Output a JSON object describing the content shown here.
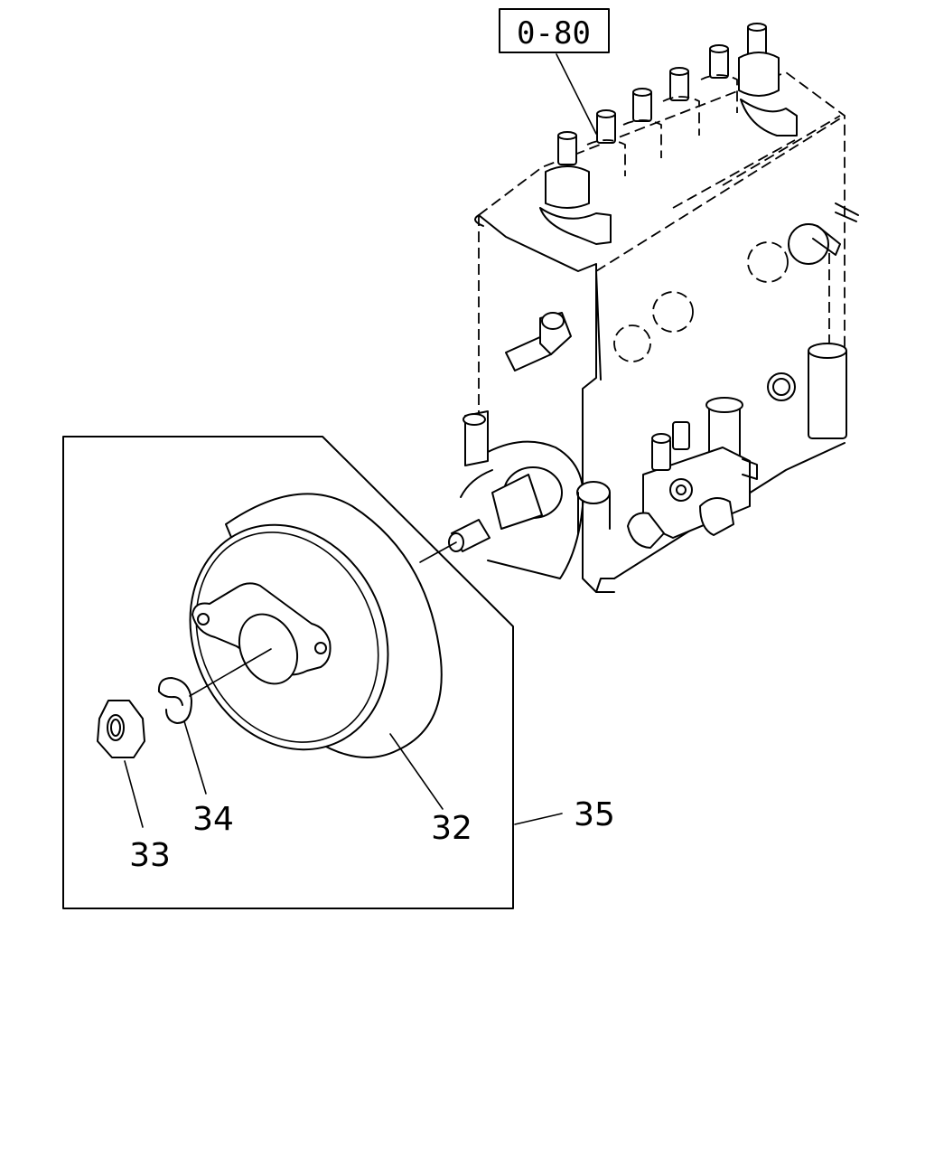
{
  "diagram": {
    "reference_label": "0-80",
    "callouts": {
      "gear_32": "32",
      "nut_33": "33",
      "washer_34": "34",
      "assembly_35": "35"
    },
    "colors": {
      "line": "#000000",
      "background": "#ffffff"
    }
  }
}
